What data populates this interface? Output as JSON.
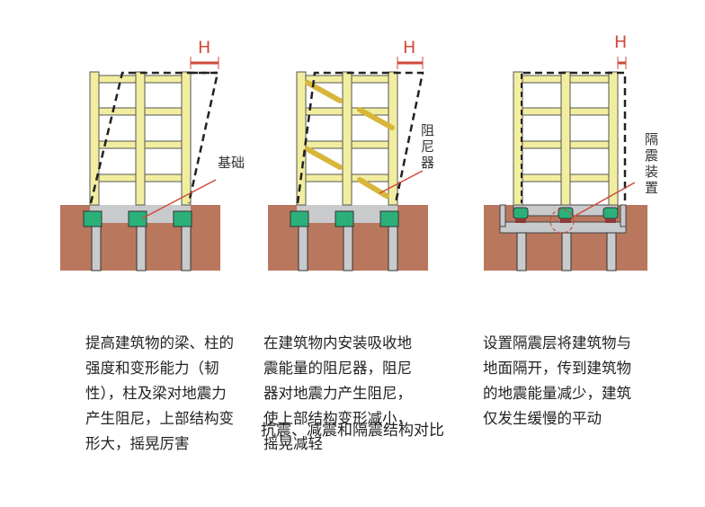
{
  "panels": [
    {
      "title_mark": "H",
      "label": "基础",
      "description": [
        "提高建筑物的梁、柱的",
        "强度和变形能力（韧",
        "性），柱及梁对地震力",
        "产生阻尼，上部结构变",
        "形大，摇晃厉害"
      ]
    },
    {
      "title_mark": "H",
      "label": "阻尼器",
      "description": [
        "在建筑物内安装吸收地",
        "震能量的阻尼器，阻尼",
        "器对地震力产生阻尼，",
        "使上部结构变形减小，",
        "摇晃减轻"
      ]
    },
    {
      "title_mark": "H",
      "label": "隔震装置",
      "description": [
        "设置隔震层将建筑物与",
        "地面隔开，传到建筑物",
        "的地震能量减少，建筑",
        "仅发生缓慢的平动"
      ]
    }
  ],
  "caption": "抗震、减震和隔震结构对比",
  "colors": {
    "frame": "#f2eea0",
    "soil": "#b9775e",
    "footing": "#2bb07a",
    "slab": "#c9cacc",
    "accent": "#d04a3a"
  }
}
